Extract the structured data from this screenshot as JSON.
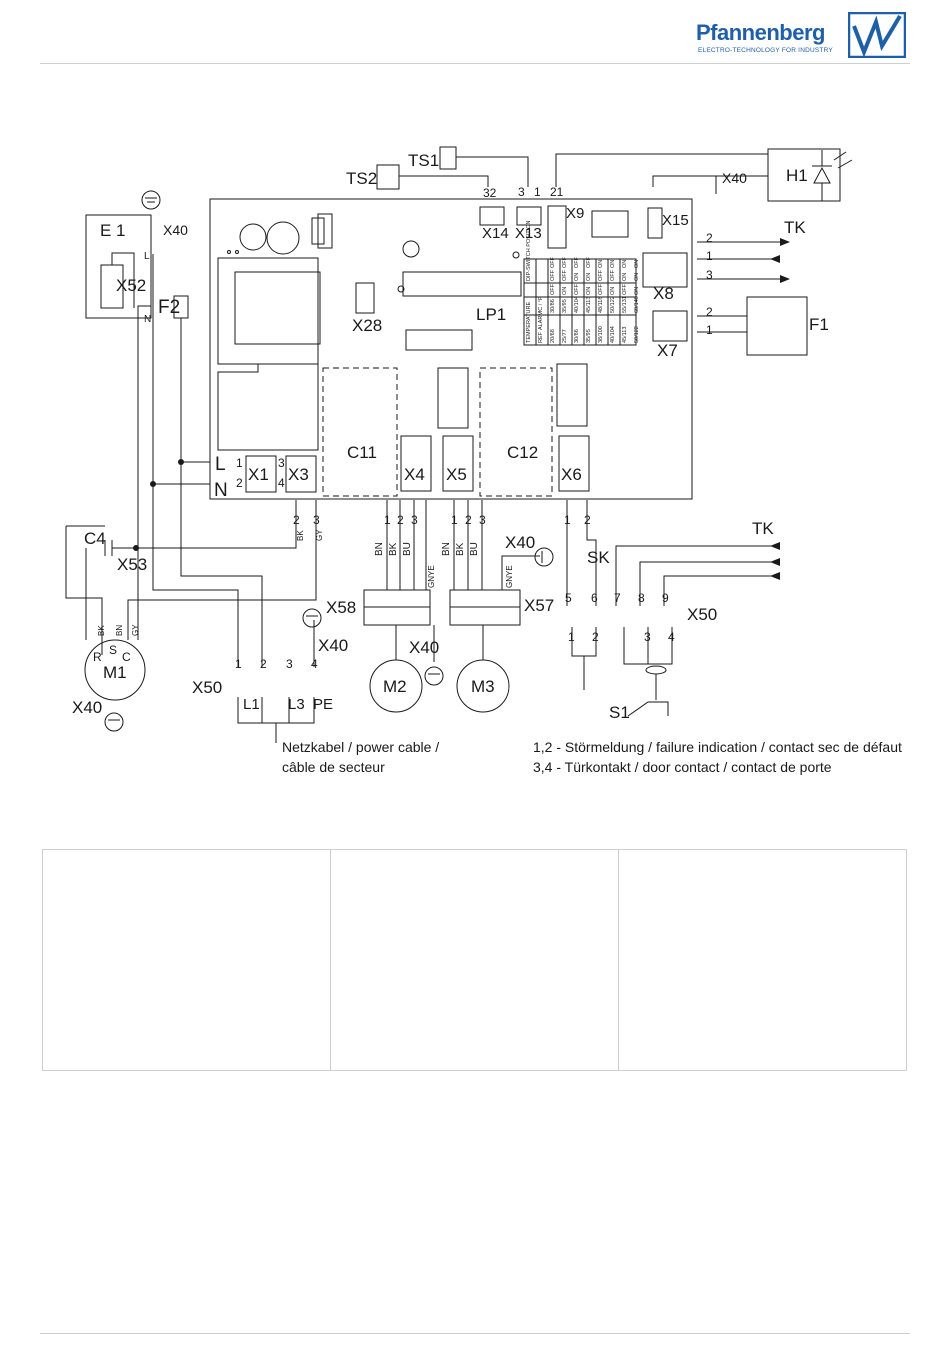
{
  "header": {
    "brand": "Pfannenberg",
    "tagline": "ELECTRO-TECHNOLOGY FOR INDUSTRY"
  },
  "components": {
    "ts1": "TS1",
    "ts2": "TS2",
    "h1": "H1",
    "tk": "TK",
    "e1": "E 1",
    "x40": "X40",
    "x52": "X52",
    "f2": "F2",
    "f1": "F1",
    "x14": "X14",
    "x13": "X13",
    "x9": "X9",
    "x15": "X15",
    "x8": "X8",
    "x7": "X7",
    "x28": "X28",
    "lp1": "LP1",
    "c11": "C11",
    "c12": "C12",
    "x1": "X1",
    "x3": "X3",
    "x4": "X4",
    "x5": "X5",
    "x6": "X6",
    "c4": "C4",
    "x53": "X53",
    "m1": "M1",
    "m2": "M2",
    "m3": "M3",
    "x58": "X58",
    "x57": "X57",
    "x50": "X50",
    "sk": "SK",
    "s1": "S1",
    "l": "L",
    "n": "N",
    "l1": "L1",
    "l3": "L3",
    "pe": "PE",
    "r": "R",
    "s": "S",
    "c": "C"
  },
  "wires": {
    "bn": "BN",
    "bk": "BK",
    "bu": "BU",
    "gy": "GY",
    "gnye": "GNYE"
  },
  "pins": {
    "p1": "1",
    "p2": "2",
    "p3": "3",
    "p4": "4",
    "p5": "5",
    "p6": "6",
    "p7": "7",
    "p8": "8",
    "p9": "9",
    "p32": "32",
    "p21": "21"
  },
  "dip_table": {
    "header_left": "TEMPERATURE",
    "header_right": "DIP-SWITCH POSITION",
    "sub_ref": "REF",
    "sub_alarm": "ALARM",
    "sub_units": "°C / °F",
    "rows": [
      [
        "20/68",
        "30/86",
        "OFF",
        "OFF",
        "OFF"
      ],
      [
        "25/77",
        "35/95",
        "ON",
        "OFF",
        "OFF"
      ],
      [
        "30/86",
        "40/104",
        "OFF",
        "ON",
        "OFF"
      ],
      [
        "35/95",
        "45/113",
        "ON",
        "ON",
        "OFF"
      ],
      [
        "38/100",
        "48/118",
        "OFF",
        "OFF",
        "ON"
      ],
      [
        "40/104",
        "50/122",
        "ON",
        "OFF",
        "ON"
      ],
      [
        "45/113",
        "55/131",
        "OFF",
        "ON",
        "ON"
      ],
      [
        "50/122",
        "60/140",
        "ON",
        "ON",
        "ON"
      ]
    ]
  },
  "notes": {
    "power_cable": "Netzkabel / power cable /",
    "power_cable2": "câble de secteur",
    "failure": "1,2 - Störmeldung / failure indication / contact sec de défaut",
    "door": "3,4 - Türkontakt / door contact / contact de porte"
  },
  "colors": {
    "brand": "#1f5fa8",
    "line": "#1a1a1a"
  }
}
